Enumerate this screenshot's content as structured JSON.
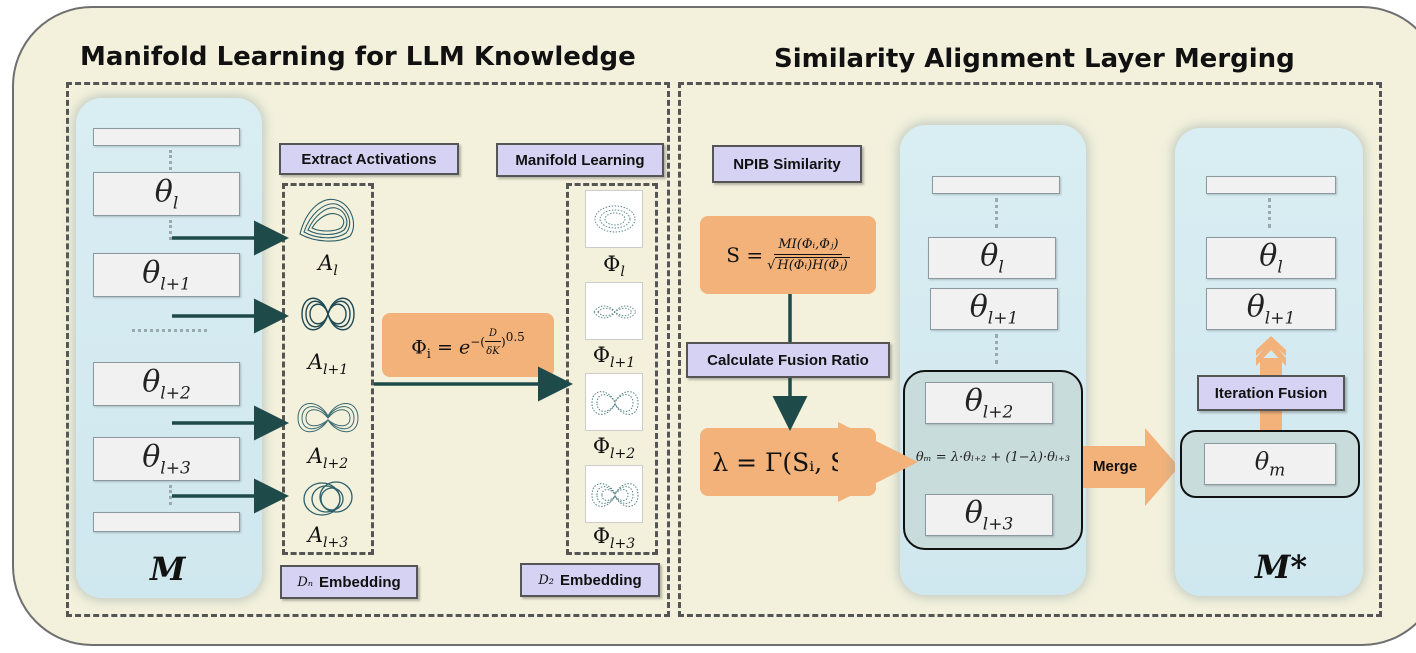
{
  "left": {
    "title": "Manifold Learning for LLM Knowledge",
    "model_label": "M",
    "layers": [
      {
        "base": "θ",
        "sub": "l"
      },
      {
        "base": "θ",
        "sub": "l+1"
      },
      {
        "base": "θ",
        "sub": "l+2"
      },
      {
        "base": "θ",
        "sub": "l+3"
      }
    ],
    "extract_tag": "Extract Activations",
    "manifold_tag": "Manifold Learning",
    "activations": [
      {
        "base": "A",
        "sub": "l"
      },
      {
        "base": "A",
        "sub": "l+1"
      },
      {
        "base": "A",
        "sub": "l+2"
      },
      {
        "base": "A",
        "sub": "l+3"
      }
    ],
    "embeddings": [
      {
        "base": "Φ",
        "sub": "l"
      },
      {
        "base": "Φ",
        "sub": "l+1"
      },
      {
        "base": "Φ",
        "sub": "l+2"
      },
      {
        "base": "Φ",
        "sub": "l+3"
      }
    ],
    "formula": {
      "lhs": "Φ",
      "lhs_sub": "i",
      "base": "e",
      "exp_sign": "−(",
      "num": "D",
      "den": "δK",
      "exp_close": ")",
      "power": "0.5"
    },
    "dn_tag": {
      "symbol": "Dₙ",
      "label": "Embedding"
    },
    "d2_tag": {
      "symbol": "D₂",
      "label": "Embedding"
    }
  },
  "right": {
    "title": "Similarity Alignment Layer Merging",
    "npib_tag": "NPIB Similarity",
    "similarity": {
      "lhs": "S =",
      "num": "MI(Φᵢ,Φⱼ)",
      "den": "H(Φᵢ)H(Φⱼ)"
    },
    "fusion_ratio_tag": "Calculate Fusion Ratio",
    "lambda_formula": "λ = Γ(Sᵢ, Sⱼ)",
    "mid_layers": [
      {
        "base": "θ",
        "sub": "l"
      },
      {
        "base": "θ",
        "sub": "l+1"
      }
    ],
    "merge_layers": [
      {
        "base": "θ",
        "sub": "l+2"
      },
      {
        "base": "θ",
        "sub": "l+3"
      }
    ],
    "merge_formula": "θₘ = λ·θₗ₊₂ + (1−λ)·θₗ₊₃",
    "merge_label": "Merge",
    "out_layers": [
      {
        "base": "θ",
        "sub": "l"
      },
      {
        "base": "θ",
        "sub": "l+1"
      }
    ],
    "iteration_tag": "Iteration Fusion",
    "merged_layer": {
      "base": "θ",
      "sub": "m"
    },
    "output_label": "M*"
  },
  "colors": {
    "panel": "#f3f1dc",
    "column": "#d5ebf0",
    "tag": "#d6d2f4",
    "orange": "#f2b27a",
    "arrow": "#1f4a4a"
  }
}
